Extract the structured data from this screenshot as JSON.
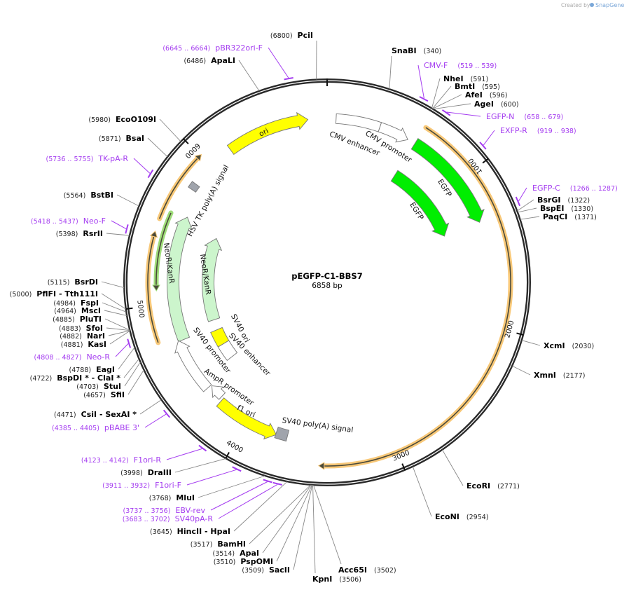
{
  "logo": {
    "prefix": "Created by",
    "brand": "SnapGene"
  },
  "plasmid": {
    "name": "pEGFP-C1-BBS7",
    "length_label": "6858 bp",
    "length": 6858
  },
  "ticks": [
    "1000",
    "2000",
    "3000",
    "4000",
    "5000",
    "6000"
  ],
  "features": [
    {
      "name": "ori",
      "start": 6170,
      "end": 6730,
      "direction": "forward",
      "color": "#ffff00"
    },
    {
      "name": "CMV enhancer",
      "start": 60,
      "end": 358,
      "direction": "none",
      "color": "#ffffff"
    },
    {
      "name": "CMV promoter",
      "start": 358,
      "end": 562,
      "direction": "forward",
      "color": "#ffffff"
    },
    {
      "name": "EGFP",
      "start": 615,
      "end": 1305,
      "direction": "forward",
      "color": "#00ee00"
    },
    {
      "name": "EGFP",
      "start": 615,
      "end": 1305,
      "direction": "forward",
      "color": "#00ee00"
    },
    {
      "name": "HSV TK poly(A) signal",
      "start": 5800,
      "end": 5845,
      "direction": "none",
      "color": "#a0a4ac"
    },
    {
      "name": "NeoR/KanR",
      "start": 4730,
      "end": 5620,
      "direction": "forward",
      "color": "#ccf5cc"
    },
    {
      "name": "NeoR/KanR",
      "start": 4795,
      "end": 5555,
      "direction": "forward",
      "color": "#ccf5cc"
    },
    {
      "name": "SV40 ori",
      "start": 4560,
      "end": 4700,
      "direction": "none",
      "color": "#ffff00"
    },
    {
      "name": "SV40 enhancer",
      "start": 4420,
      "end": 4560,
      "direction": "none",
      "color": "#ffffff"
    },
    {
      "name": "SV40 promoter",
      "start": 4353,
      "end": 4736,
      "direction": "forward",
      "color": "#ffffff"
    },
    {
      "name": "AmpR promoter",
      "start": 4243,
      "end": 4345,
      "direction": "forward",
      "color": "#ffffff"
    },
    {
      "name": "f1 ori",
      "start": 3781,
      "end": 4225,
      "direction": "reverse",
      "color": "#ffff00"
    },
    {
      "name": "SV40 poly(A) signal",
      "start": 3705,
      "end": 3785,
      "direction": "none",
      "color": "#a0a4ac"
    }
  ],
  "orfs": [
    {
      "start": 620,
      "end": 3480,
      "direction": "forward",
      "color": "#f8c878"
    },
    {
      "start": 4770,
      "end": 5460,
      "direction": "forward",
      "color": "#f8c878"
    },
    {
      "start": 5540,
      "end": 6010,
      "direction": "forward",
      "color": "#f8c878"
    },
    {
      "start": 5090,
      "end": 5600,
      "direction": "reverse",
      "color": "#9fdc7a"
    }
  ],
  "enzymes": [
    {
      "name": "PciI",
      "pos": 6800
    },
    {
      "name": "ApaLI",
      "pos": 6486
    },
    {
      "name": "EcoO109I",
      "pos": 5980
    },
    {
      "name": "BsaI",
      "pos": 5871
    },
    {
      "name": "BstBI",
      "pos": 5564
    },
    {
      "name": "RsrII",
      "pos": 5398
    },
    {
      "name": "BsrDI",
      "pos": 5115
    },
    {
      "name": "PflFI  - Tth111I",
      "pos": 5000
    },
    {
      "name": "FspI",
      "pos": 4984
    },
    {
      "name": "MscI",
      "pos": 4964
    },
    {
      "name": "PluTI",
      "pos": 4885
    },
    {
      "name": "SfoI",
      "pos": 4883
    },
    {
      "name": "NarI",
      "pos": 4882
    },
    {
      "name": "KasI",
      "pos": 4881
    },
    {
      "name": "EagI",
      "pos": 4788
    },
    {
      "name": "BspDI *  - ClaI *",
      "pos": 4722
    },
    {
      "name": "StuI",
      "pos": 4703
    },
    {
      "name": "SfiI",
      "pos": 4657
    },
    {
      "name": "CsiI  - SexAI *",
      "pos": 4471
    },
    {
      "name": "DraIII",
      "pos": 3998
    },
    {
      "name": "MluI",
      "pos": 3768
    },
    {
      "name": "HincII  - HpaI",
      "pos": 3645
    },
    {
      "name": "BamHI",
      "pos": 3517
    },
    {
      "name": "ApaI",
      "pos": 3514
    },
    {
      "name": "PspOMI",
      "pos": 3510
    },
    {
      "name": "SacII",
      "pos": 3509
    },
    {
      "name": "KpnI",
      "pos": 3506
    },
    {
      "name": "Acc65I",
      "pos": 3502
    },
    {
      "name": "EcoNI",
      "pos": 2954
    },
    {
      "name": "EcoRI",
      "pos": 2771
    },
    {
      "name": "XmnI",
      "pos": 2177
    },
    {
      "name": "XcmI",
      "pos": 2030
    },
    {
      "name": "PaqCI",
      "pos": 1371
    },
    {
      "name": "BspEI",
      "pos": 1330
    },
    {
      "name": "BsrGI",
      "pos": 1322
    },
    {
      "name": "AgeI",
      "pos": 600
    },
    {
      "name": "AfeI",
      "pos": 596
    },
    {
      "name": "BmtI",
      "pos": 595
    },
    {
      "name": "NheI",
      "pos": 591
    },
    {
      "name": "SnaBI",
      "pos": 340
    }
  ],
  "primers": [
    {
      "name": "pBR322ori-F",
      "start": 6645,
      "end": 6664
    },
    {
      "name": "TK-pA-R",
      "start": 5736,
      "end": 5755
    },
    {
      "name": "Neo-F",
      "start": 5418,
      "end": 5437
    },
    {
      "name": "Neo-R",
      "start": 4808,
      "end": 4827
    },
    {
      "name": "pBABE 3'",
      "start": 4385,
      "end": 4405
    },
    {
      "name": "F1ori-R",
      "start": 4123,
      "end": 4142
    },
    {
      "name": "F1ori-F",
      "start": 3911,
      "end": 3932
    },
    {
      "name": "EBV-rev",
      "start": 3737,
      "end": 3756
    },
    {
      "name": "SV40pA-R",
      "start": 3683,
      "end": 3702
    },
    {
      "name": "CMV-F",
      "start": 519,
      "end": 539
    },
    {
      "name": "EGFP-N",
      "start": 658,
      "end": 679
    },
    {
      "name": "EXFP-R",
      "start": 919,
      "end": 938
    },
    {
      "name": "EGFP-C",
      "start": 1266,
      "end": 1287
    }
  ],
  "colors": {
    "backbone": "#2a2a2a",
    "primer": "#a43cf0",
    "leader": "#888888"
  }
}
